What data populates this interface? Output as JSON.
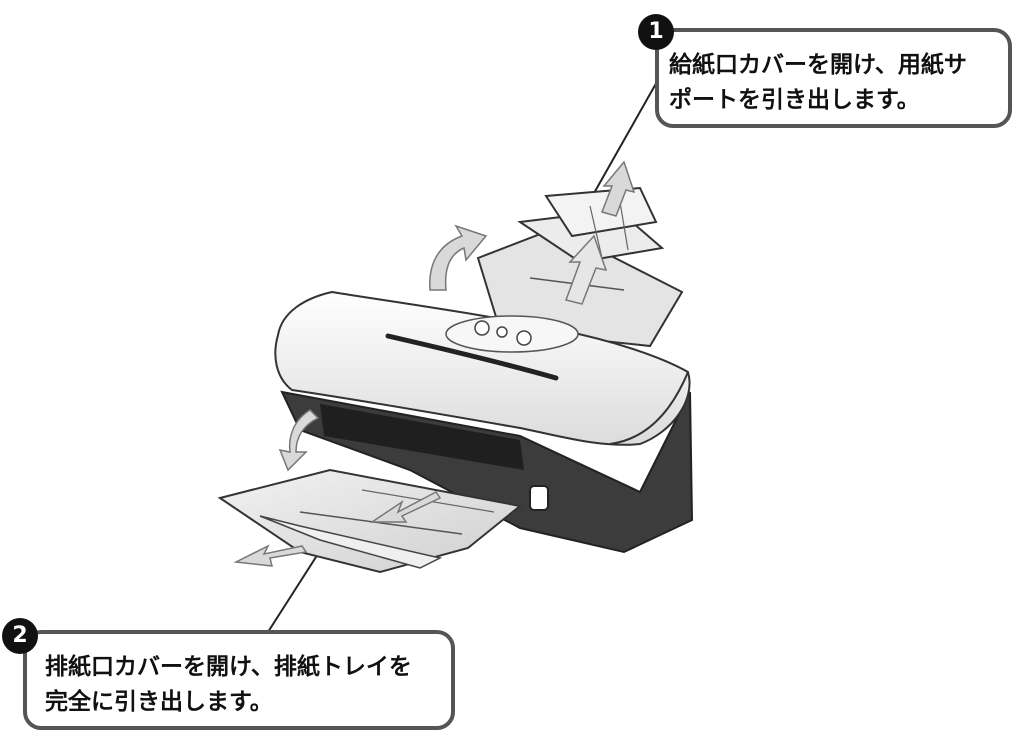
{
  "callouts": [
    {
      "step": "1",
      "lines": [
        "給紙口カバーを開け、用紙サ",
        "ポートを引き出します。"
      ]
    },
    {
      "step": "2",
      "lines": [
        "排紙口カバーを開け、排紙トレイを",
        "完全に引き出します。"
      ]
    }
  ],
  "colors": {
    "outline": "#555555",
    "badge": "#111111",
    "arrow_fill": "#d9d9d9",
    "printer_body": "#f4f4f4",
    "printer_base": "#3c3c3c",
    "tray_fill": "#e6e6e6"
  },
  "icons": [
    "rotate-arrow-icon",
    "pull-arrow-icon",
    "printer-illustration"
  ]
}
